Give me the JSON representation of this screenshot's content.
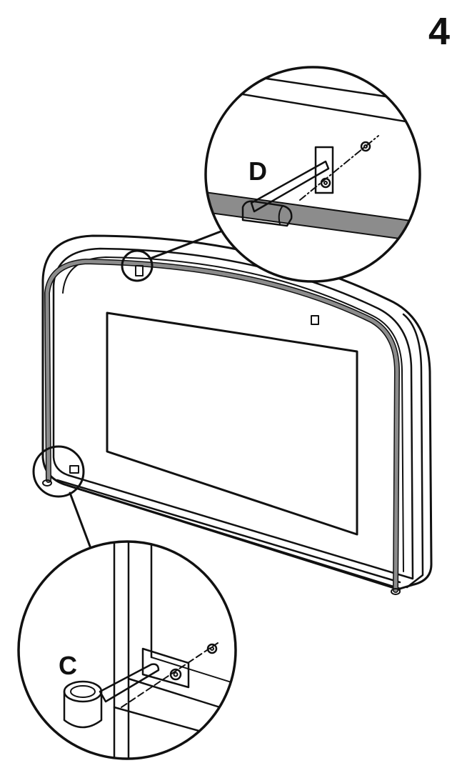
{
  "step_number": "4",
  "callouts": {
    "top": {
      "label": "D"
    },
    "bottom": {
      "label": "C"
    }
  },
  "colors": {
    "ink": "#111111",
    "rail_band": "#8c8c8c",
    "background": "#ffffff"
  }
}
